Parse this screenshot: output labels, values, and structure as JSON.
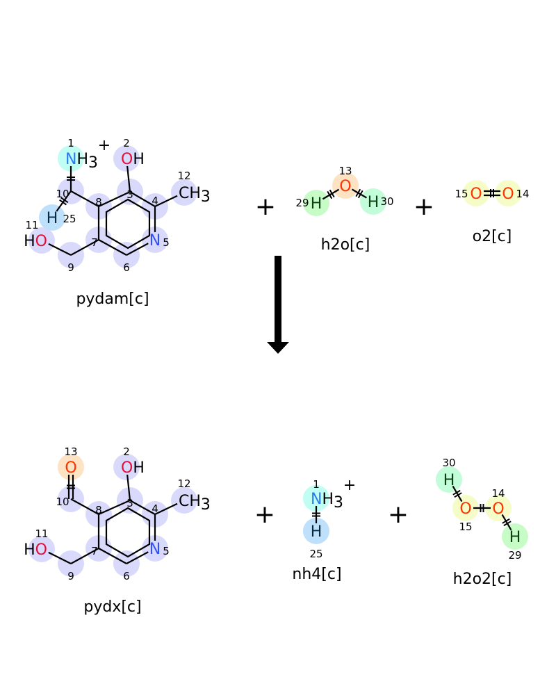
{
  "reaction": {
    "reactants": [
      {
        "id": "pydam",
        "name": "pydam[c]",
        "atoms": [
          {
            "key": "a1",
            "map": "1",
            "sym": "N",
            "h": "H",
            "hn": "3",
            "charge": "+",
            "color": "#2b7bf0",
            "hl": "#c0fdf3"
          },
          {
            "key": "a2",
            "map": "2",
            "sym": "O",
            "h": "H",
            "hn": "",
            "charge": "",
            "color": "#e0103a",
            "hl": "#d9d9fb"
          },
          {
            "key": "a3",
            "map": "3",
            "sym": "",
            "hl": "#d9d9fb"
          },
          {
            "key": "a4",
            "map": "4",
            "sym": "",
            "hl": "#d9d9fb"
          },
          {
            "key": "a5",
            "map": "5",
            "sym": "N",
            "h": "",
            "hn": "",
            "charge": "",
            "color": "#3050f8",
            "hl": "#d9d9fb"
          },
          {
            "key": "a6",
            "map": "6",
            "sym": "",
            "hl": "#d9d9fb"
          },
          {
            "key": "a7",
            "map": "7",
            "sym": "",
            "hl": "#d9d9fb"
          },
          {
            "key": "a8",
            "map": "8",
            "sym": "",
            "hl": "#d9d9fb"
          },
          {
            "key": "a9",
            "map": "9",
            "sym": "",
            "hl": "#d9d9fb"
          },
          {
            "key": "a10",
            "map": "10",
            "sym": "",
            "hl": "#d9d9fb"
          },
          {
            "key": "a11",
            "map": "11",
            "sym": "O",
            "pre": "H",
            "h": "",
            "hn": "",
            "charge": "",
            "color": "#e0103a",
            "hl": "#d9d9fb"
          },
          {
            "key": "a12",
            "map": "12",
            "sym": "C",
            "h": "H",
            "hn": "3",
            "charge": "",
            "color": "#000000",
            "hl": "#d9d9fb"
          },
          {
            "key": "a25",
            "map": "25",
            "sym": "H",
            "h": "",
            "hn": "",
            "charge": "",
            "color": "#0a2a40",
            "hl": "#bfe0fb"
          }
        ]
      },
      {
        "id": "h2o",
        "name": "h2o[c]",
        "atoms": [
          {
            "key": "b13",
            "map": "13",
            "sym": "O",
            "color": "#ff3300",
            "hl": "#fde3c3"
          },
          {
            "key": "b29",
            "map": "29",
            "sym": "H",
            "color": "#0a4010",
            "hl": "#c7fcc7"
          },
          {
            "key": "b30",
            "map": "30",
            "sym": "H",
            "color": "#0a4010",
            "hl": "#c2fcd8"
          }
        ]
      },
      {
        "id": "o2",
        "name": "o2[c]",
        "atoms": [
          {
            "key": "c15",
            "map": "15",
            "sym": "O",
            "color": "#ff3300",
            "hl": "#f6fcc7"
          },
          {
            "key": "c14",
            "map": "14",
            "sym": "O",
            "color": "#ff3300",
            "hl": "#f6fcc7"
          }
        ]
      }
    ],
    "products": [
      {
        "id": "pydx",
        "name": "pydx[c]",
        "atoms": [
          {
            "key": "d13",
            "map": "13",
            "sym": "O",
            "color": "#ff3300",
            "hl": "#fde3c3"
          },
          {
            "key": "d2",
            "map": "2",
            "sym": "O",
            "h": "H",
            "color": "#e0103a",
            "hl": "#d9d9fb"
          },
          {
            "key": "d3",
            "map": "3",
            "sym": "",
            "hl": "#d9d9fb"
          },
          {
            "key": "d4",
            "map": "4",
            "sym": "",
            "hl": "#d9d9fb"
          },
          {
            "key": "d5",
            "map": "5",
            "sym": "N",
            "color": "#3050f8",
            "hl": "#d9d9fb"
          },
          {
            "key": "d6",
            "map": "6",
            "sym": "",
            "hl": "#d9d9fb"
          },
          {
            "key": "d7",
            "map": "7",
            "sym": "",
            "hl": "#d9d9fb"
          },
          {
            "key": "d8",
            "map": "8",
            "sym": "",
            "hl": "#d9d9fb"
          },
          {
            "key": "d9",
            "map": "9",
            "sym": "",
            "hl": "#d9d9fb"
          },
          {
            "key": "d10",
            "map": "10",
            "sym": "",
            "hl": "#d9d9fb"
          },
          {
            "key": "d11",
            "map": "11",
            "sym": "O",
            "pre": "H",
            "color": "#e0103a",
            "hl": "#d9d9fb"
          },
          {
            "key": "d12",
            "map": "12",
            "sym": "C",
            "h": "H",
            "hn": "3",
            "color": "#000000",
            "hl": "#d9d9fb"
          }
        ]
      },
      {
        "id": "nh4",
        "name": "nh4[c]",
        "atoms": [
          {
            "key": "e1",
            "map": "1",
            "sym": "N",
            "h": "H",
            "hn": "3",
            "charge": "+",
            "color": "#2b7bf0",
            "hl": "#c0fdf3"
          },
          {
            "key": "e25",
            "map": "25",
            "sym": "H",
            "color": "#0a2a40",
            "hl": "#bfe0fb"
          }
        ]
      },
      {
        "id": "h2o2",
        "name": "h2o2[c]",
        "atoms": [
          {
            "key": "f30",
            "map": "30",
            "sym": "H",
            "color": "#0a4010",
            "hl": "#c2fcd8"
          },
          {
            "key": "f15",
            "map": "15",
            "sym": "O",
            "color": "#ff3300",
            "hl": "#f6fcc7"
          },
          {
            "key": "f14",
            "map": "14",
            "sym": "O",
            "color": "#ff3300",
            "hl": "#f6fcc7"
          },
          {
            "key": "f29",
            "map": "29",
            "sym": "H",
            "color": "#0a4010",
            "hl": "#c7fcc7"
          }
        ]
      }
    ],
    "plus_sign": "+",
    "arrow_color": "#000000"
  }
}
